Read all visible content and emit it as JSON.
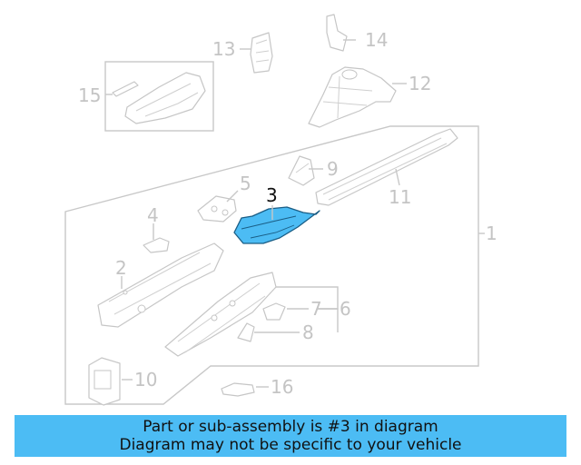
{
  "diagram": {
    "callouts": [
      {
        "id": "1",
        "text": "1"
      },
      {
        "id": "2",
        "text": "2"
      },
      {
        "id": "3",
        "text": "3"
      },
      {
        "id": "4",
        "text": "4"
      },
      {
        "id": "5",
        "text": "5"
      },
      {
        "id": "6",
        "text": "6"
      },
      {
        "id": "7",
        "text": "7"
      },
      {
        "id": "8",
        "text": "8"
      },
      {
        "id": "9",
        "text": "9"
      },
      {
        "id": "10",
        "text": "10"
      },
      {
        "id": "11",
        "text": "11"
      },
      {
        "id": "12",
        "text": "12"
      },
      {
        "id": "13",
        "text": "13"
      },
      {
        "id": "14",
        "text": "14"
      },
      {
        "id": "15",
        "text": "15"
      },
      {
        "id": "16",
        "text": "16"
      }
    ],
    "highlight_color": "#4cbcf4",
    "highlighted_part": "3"
  },
  "caption": {
    "line1": "Part or sub-assembly is #3 in diagram",
    "line2": "Diagram may not be specific to your vehicle",
    "background": "#4cbcf4"
  }
}
